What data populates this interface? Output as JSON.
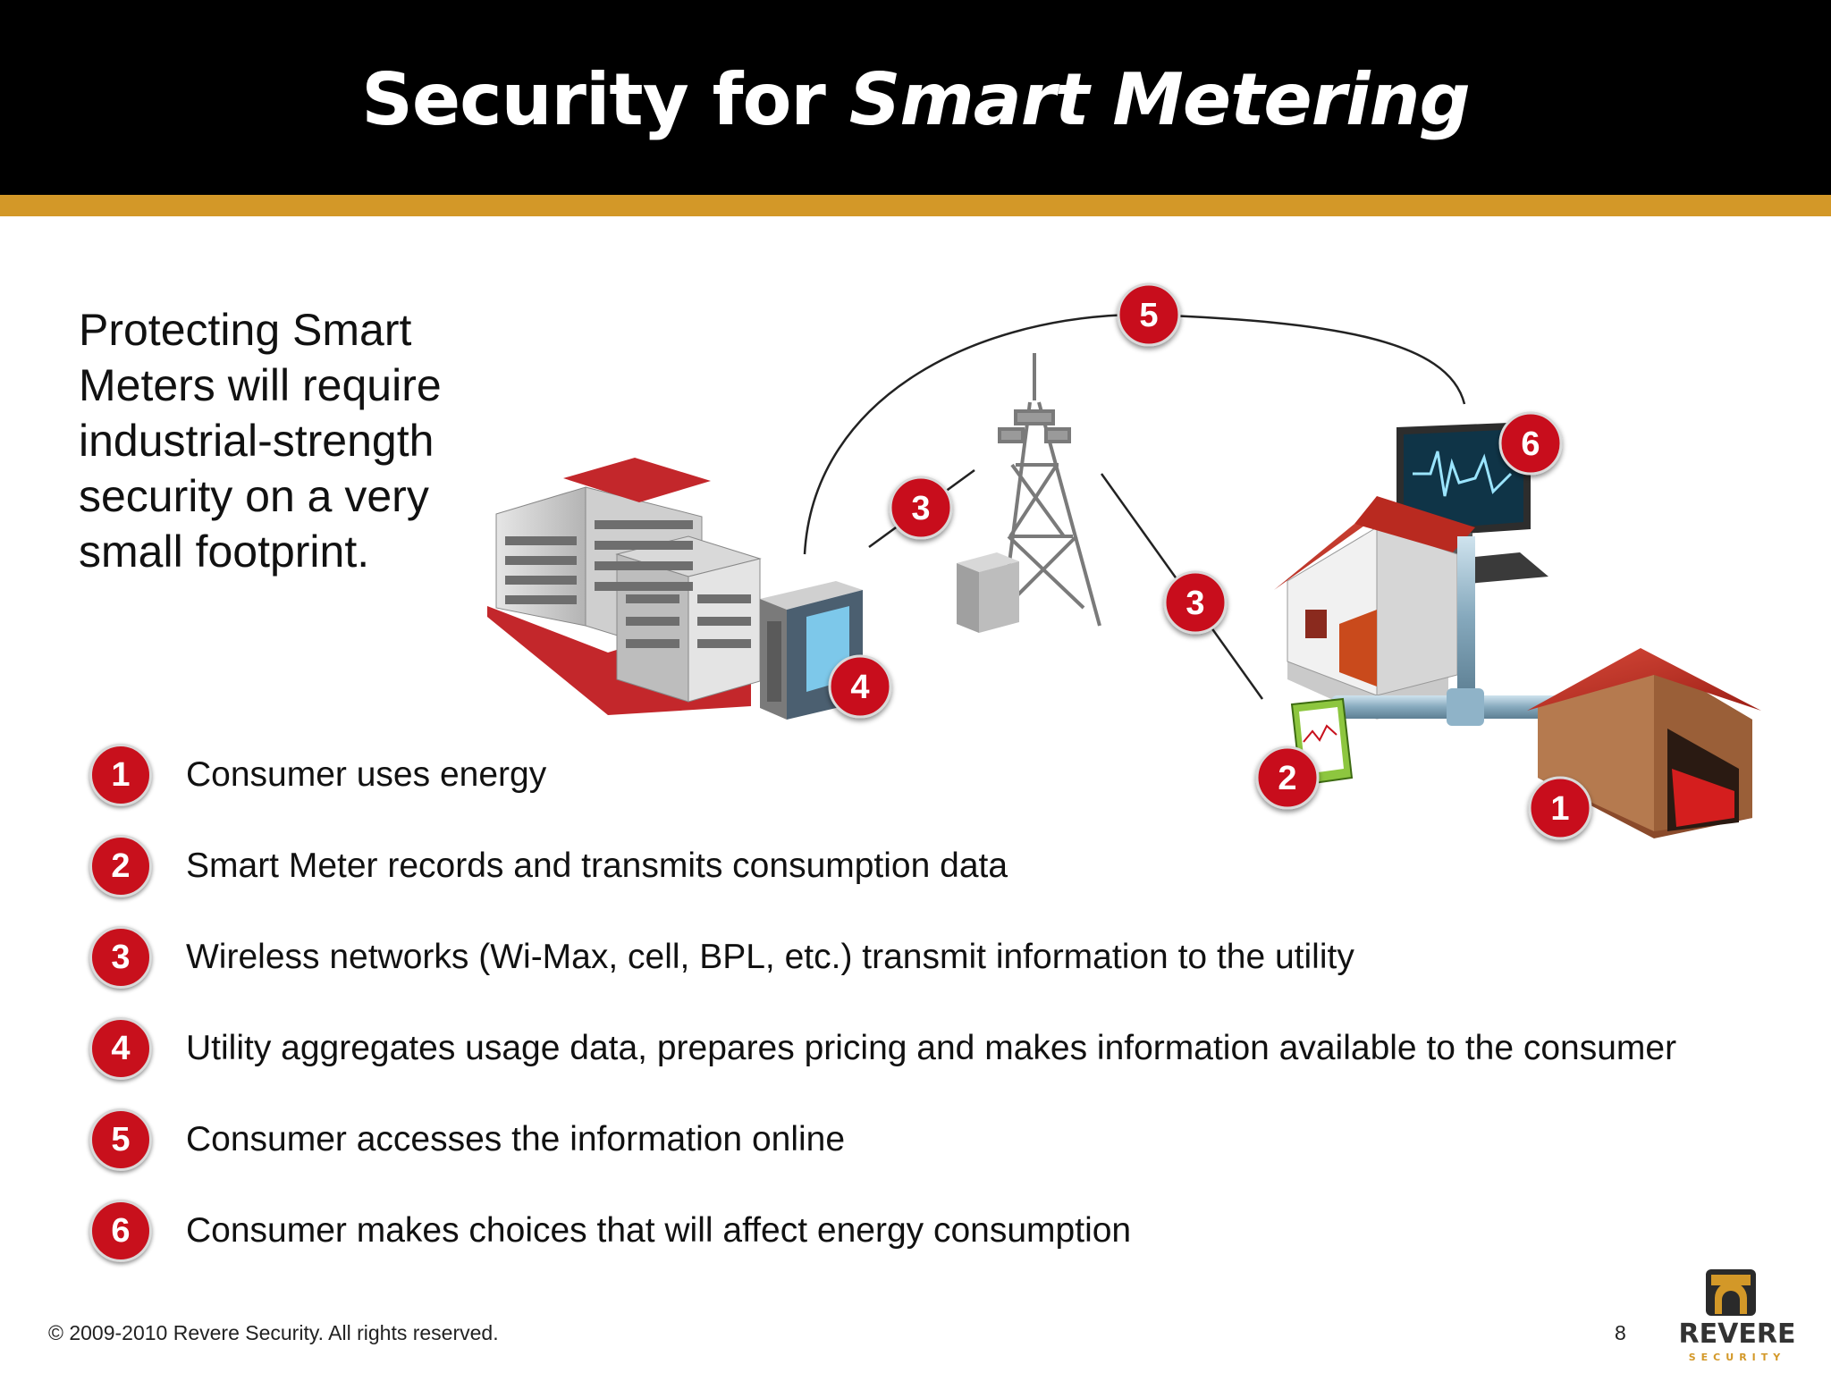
{
  "slide": {
    "title_plain": "Security for ",
    "title_italic": "Smart Metering",
    "lead_text": "Protecting Smart Meters will require industrial-strength security on a very small footprint.",
    "page_number": "8",
    "copyright": "© 2009-2010 Revere Security. All rights reserved."
  },
  "logo": {
    "wordmark": "REVERE",
    "tagline": "SECURITY"
  },
  "diagram": {
    "badges": [
      "5",
      "6",
      "3",
      "3",
      "4",
      "2",
      "1"
    ],
    "badge_color": "#c8101c"
  },
  "legend": [
    {
      "num": "1",
      "text": "Consumer uses energy"
    },
    {
      "num": "2",
      "text": "Smart Meter records and transmits consumption data"
    },
    {
      "num": "3",
      "text": "Wireless networks (Wi-Max, cell, BPL, etc.) transmit information to the utility"
    },
    {
      "num": "4",
      "text": "Utility aggregates usage data, prepares pricing and makes information available to the consumer"
    },
    {
      "num": "5",
      "text": "Consumer accesses the information online"
    },
    {
      "num": "6",
      "text": "Consumer makes choices that will affect energy consumption"
    }
  ],
  "colors": {
    "title_bar": "#000000",
    "accent_gold": "#d39828",
    "badge_red": "#c8101c"
  }
}
